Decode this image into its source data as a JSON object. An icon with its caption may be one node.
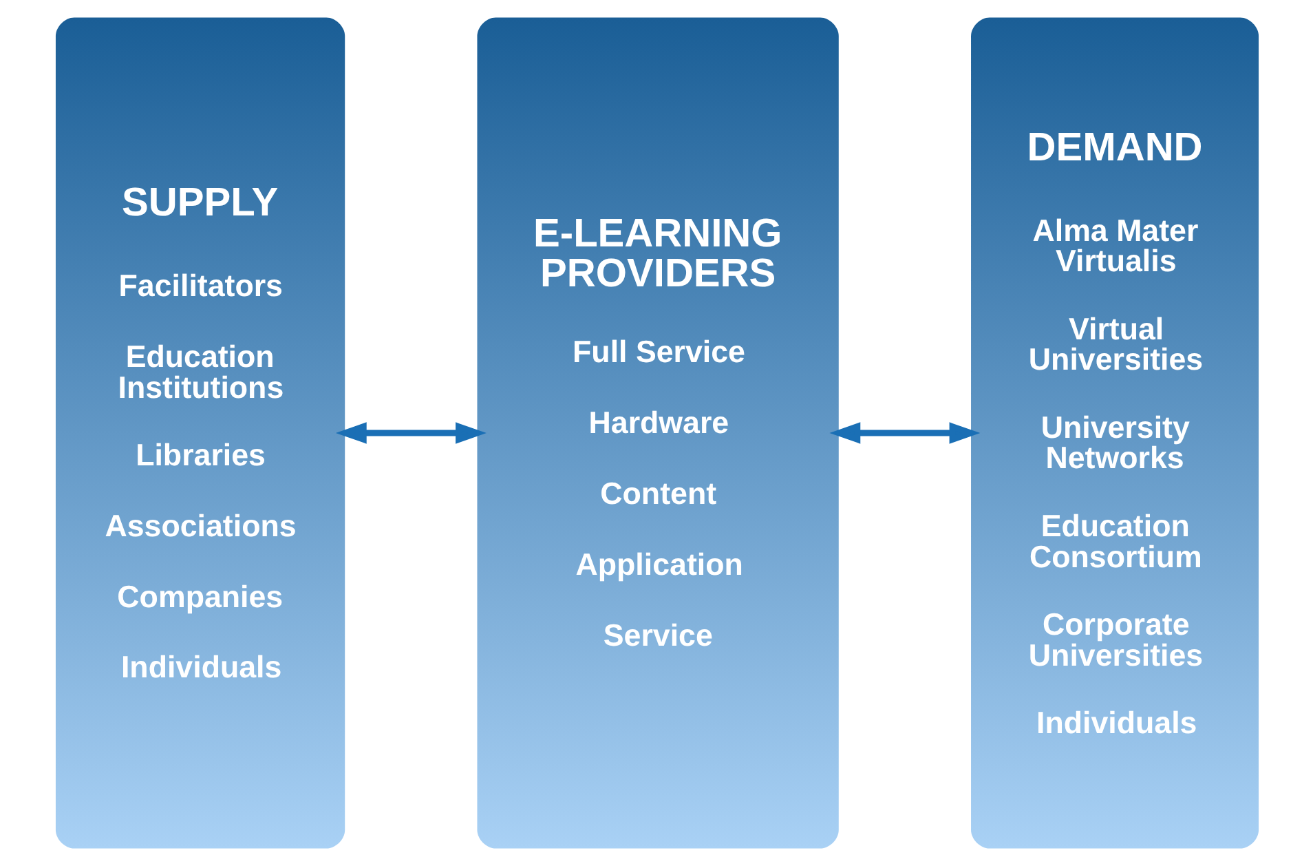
{
  "diagram": {
    "nodes": [
      {
        "text": [
          "SUPPLY",
          "Facilitators",
          "Education Institutions",
          "Libraries",
          "Associations",
          "Companies",
          "Individuals"
        ]
      },
      {
        "text": [
          "E-LEARNING PROVIDERS",
          "Full Service",
          "Hardware",
          "Content",
          "Application",
          "Service"
        ]
      },
      {
        "text": [
          "DEMAND",
          "Alma Mater Virtualis",
          "Virtual Universities",
          "University Networks",
          "Education Consortium",
          "Corporate Universities",
          "Individuals"
        ]
      }
    ],
    "edges": [
      {
        "from": 0,
        "to": 1,
        "arrow": "both"
      },
      {
        "from": 1,
        "to": 2,
        "arrow": "both"
      }
    ]
  }
}
